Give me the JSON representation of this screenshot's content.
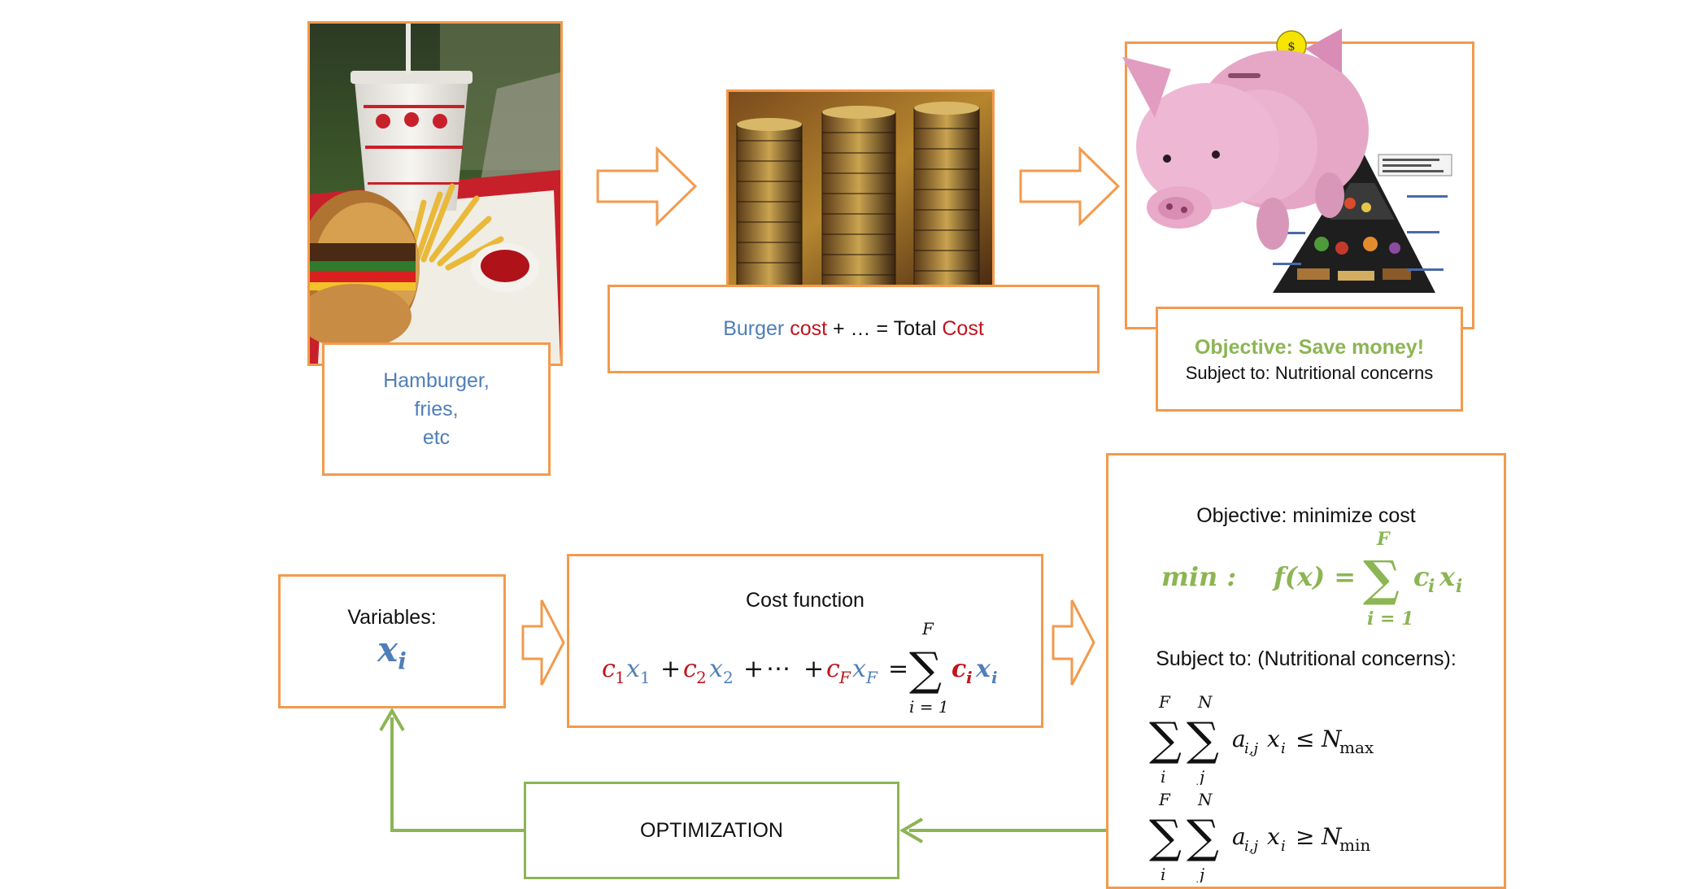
{
  "colors": {
    "orange_border": "#f39a4c",
    "green": "#8cb553",
    "blue": "#4f7fb8",
    "red": "#c0141e",
    "piggy_pink": "#e6a7c7",
    "coin_yellow": "#f5e400"
  },
  "top": {
    "food_label_lines": [
      "Hamburger,",
      "fries,",
      "etc"
    ],
    "cost_line": {
      "part1": "Burger",
      "part2": "cost",
      "part3": "+ …  = Total",
      "part4": "Cost"
    },
    "objective_title": "Objective: Save money!",
    "objective_sub": "Subject to: Nutritional concerns",
    "coin_symbol": "$"
  },
  "bottom": {
    "variables_label": "Variables:",
    "variables_symbol": "x",
    "variables_subscript": "i",
    "cost_function_label": "Cost function",
    "cost_equation": {
      "c": "c",
      "x": "x",
      "sub1": "1",
      "sub2": "2",
      "subF": "F",
      "plus": "+",
      "dots": "⋯",
      "equals": "=",
      "sum_top": "F",
      "sum_bottom": "i = 1",
      "sigma": "∑",
      "ci": "c",
      "xi": "x",
      "i": "i"
    },
    "objective_label": "Objective: minimize cost",
    "objective_equation": {
      "min": "min :",
      "fx": "f(x) =",
      "sum_top": "F",
      "sum_bottom": "i = 1",
      "term_c": "c",
      "term_x": "x",
      "term_i": "i"
    },
    "subject_label": "Subject to: (Nutritional concerns):",
    "constraint_max": {
      "outer_top": "F",
      "outer_bottom": "i",
      "inner_top": "N",
      "inner_bottom": "j",
      "term": "a",
      "term_sub": "i,j",
      "x": "x",
      "x_sub": "i",
      "op": "≤",
      "N": "N",
      "N_sub": "max"
    },
    "constraint_min": {
      "outer_top": "F",
      "outer_bottom": "i",
      "inner_top": "N",
      "inner_bottom": "j",
      "term": "a",
      "term_sub": "i,j",
      "x": "x",
      "x_sub": "i",
      "op": "≥",
      "N": "N",
      "N_sub": "min"
    },
    "optimization_label": "OPTIMIZATION"
  }
}
